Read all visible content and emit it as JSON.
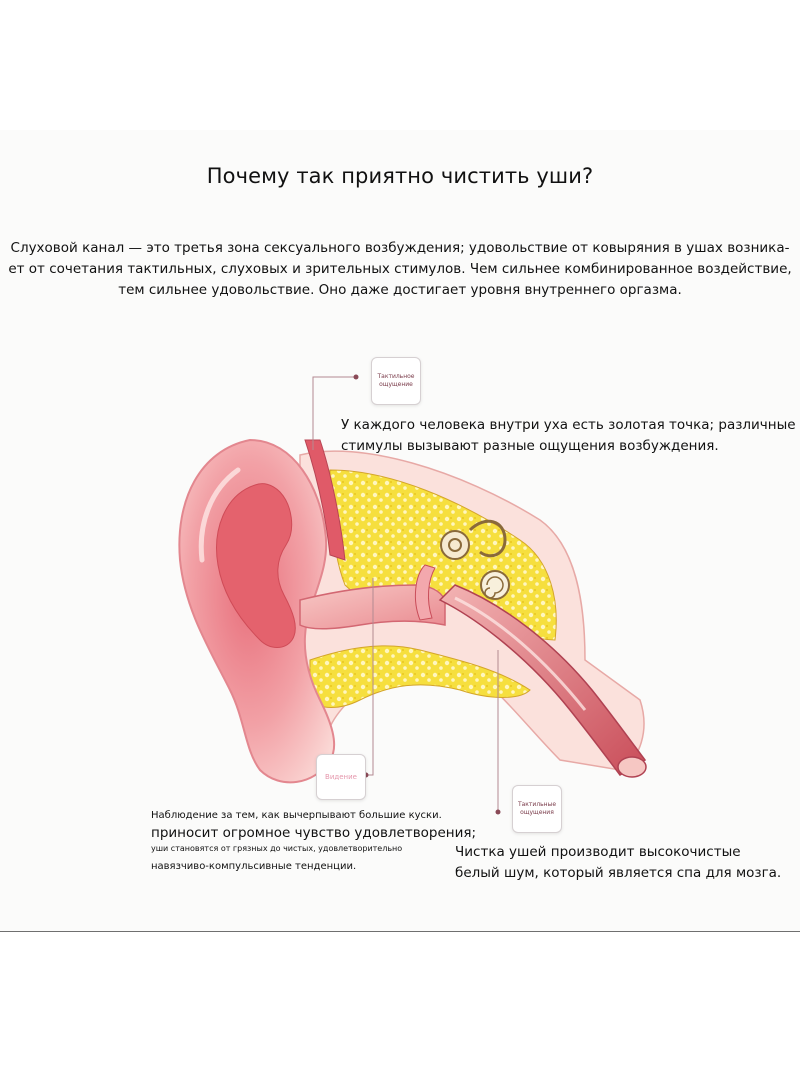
{
  "title": "Почему так приятно чистить уши?",
  "intro": {
    "line1": "Слуховой канал — это третья зона сексуального возбуждения; удовольствие от ковыряния в ушах возника-",
    "line2": "ет от сочетания тактильных, слуховых и зрительных стимулов. Чем сильнее комбинированное воздействие,",
    "line3": "тем сильнее удовольствие. Оно даже достигает уровня внутреннего оргазма."
  },
  "labels": {
    "tactile_top_1": "Тактильное",
    "tactile_top_2": "ощущение",
    "vision": "Видение",
    "tactile_bottom_1": "Тактильные",
    "tactile_bottom_2": "ощущения"
  },
  "notes": {
    "golden_1": "У каждого человека внутри уха есть золотая точка; различные",
    "golden_2": "стимулы вызывают разные ощущения возбуждения.",
    "vision_1": "Наблюдение за тем, как вычерпывают большие куски.",
    "vision_2": "приносит огромное чувство удовлетворения;",
    "vision_3": "уши становятся от грязных до чистых, удовлетворительно",
    "vision_4": "навязчиво-компульсивные тенденции.",
    "sound_1": "Чистка ушей производит высокочистые",
    "sound_2": "белый шум, который является спа для мозга."
  },
  "colors": {
    "skin": "#f2a7a7",
    "skin_dark": "#d95a63",
    "bone": "#f7e04a",
    "leader": "#b38a91"
  }
}
